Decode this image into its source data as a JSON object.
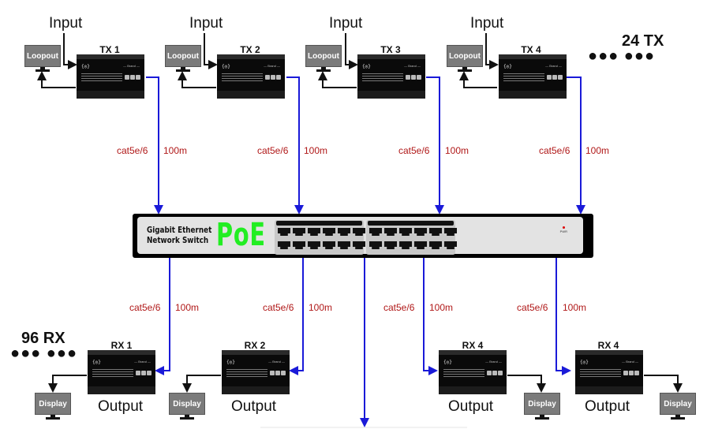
{
  "diagram": {
    "title": "HDMI over IP PoE Switch Topology",
    "switch": {
      "line1": "Gigabit Ethernet",
      "line2": "Network Switch",
      "badge": "PoE",
      "power_label": "PWR",
      "port_count": 24
    },
    "transmitters": [
      {
        "title": "TX 1",
        "input_label": "Input",
        "loopout_label": "Loopout",
        "cable": "cat5e/6",
        "distance": "100m"
      },
      {
        "title": "TX 2",
        "input_label": "Input",
        "loopout_label": "Loopout",
        "cable": "cat5e/6",
        "distance": "100m"
      },
      {
        "title": "TX 3",
        "input_label": "Input",
        "loopout_label": "Loopout",
        "cable": "cat5e/6",
        "distance": "100m"
      },
      {
        "title": "TX 4",
        "input_label": "Input",
        "loopout_label": "Loopout",
        "cable": "cat5e/6",
        "distance": "100m"
      }
    ],
    "receivers": [
      {
        "title": "RX 1",
        "output_label": "Output",
        "display_label": "Display",
        "cable": "cat5e/6",
        "distance": "100m"
      },
      {
        "title": "RX 2",
        "output_label": "Output",
        "display_label": "Display",
        "cable": "cat5e/6",
        "distance": "100m"
      },
      {
        "title": "RX 4",
        "output_label": "Output",
        "display_label": "Display",
        "cable": "cat5e/6",
        "distance": "100m"
      },
      {
        "title": "RX 4",
        "output_label": "Output",
        "display_label": "Display",
        "cable": "cat5e/6",
        "distance": "100m"
      }
    ],
    "tx_count_label": "24 TX",
    "rx_count_label": "96 RX",
    "ellipsis": "●●● ●●●",
    "device_brand": "— Brand —",
    "device_logo": "{◎}",
    "colors": {
      "cable": "#1a1ad8",
      "cable_label": "#b01818",
      "poe": "#22ee22",
      "device": "#0a0a0a",
      "monitor": "#7b7b7b"
    }
  }
}
